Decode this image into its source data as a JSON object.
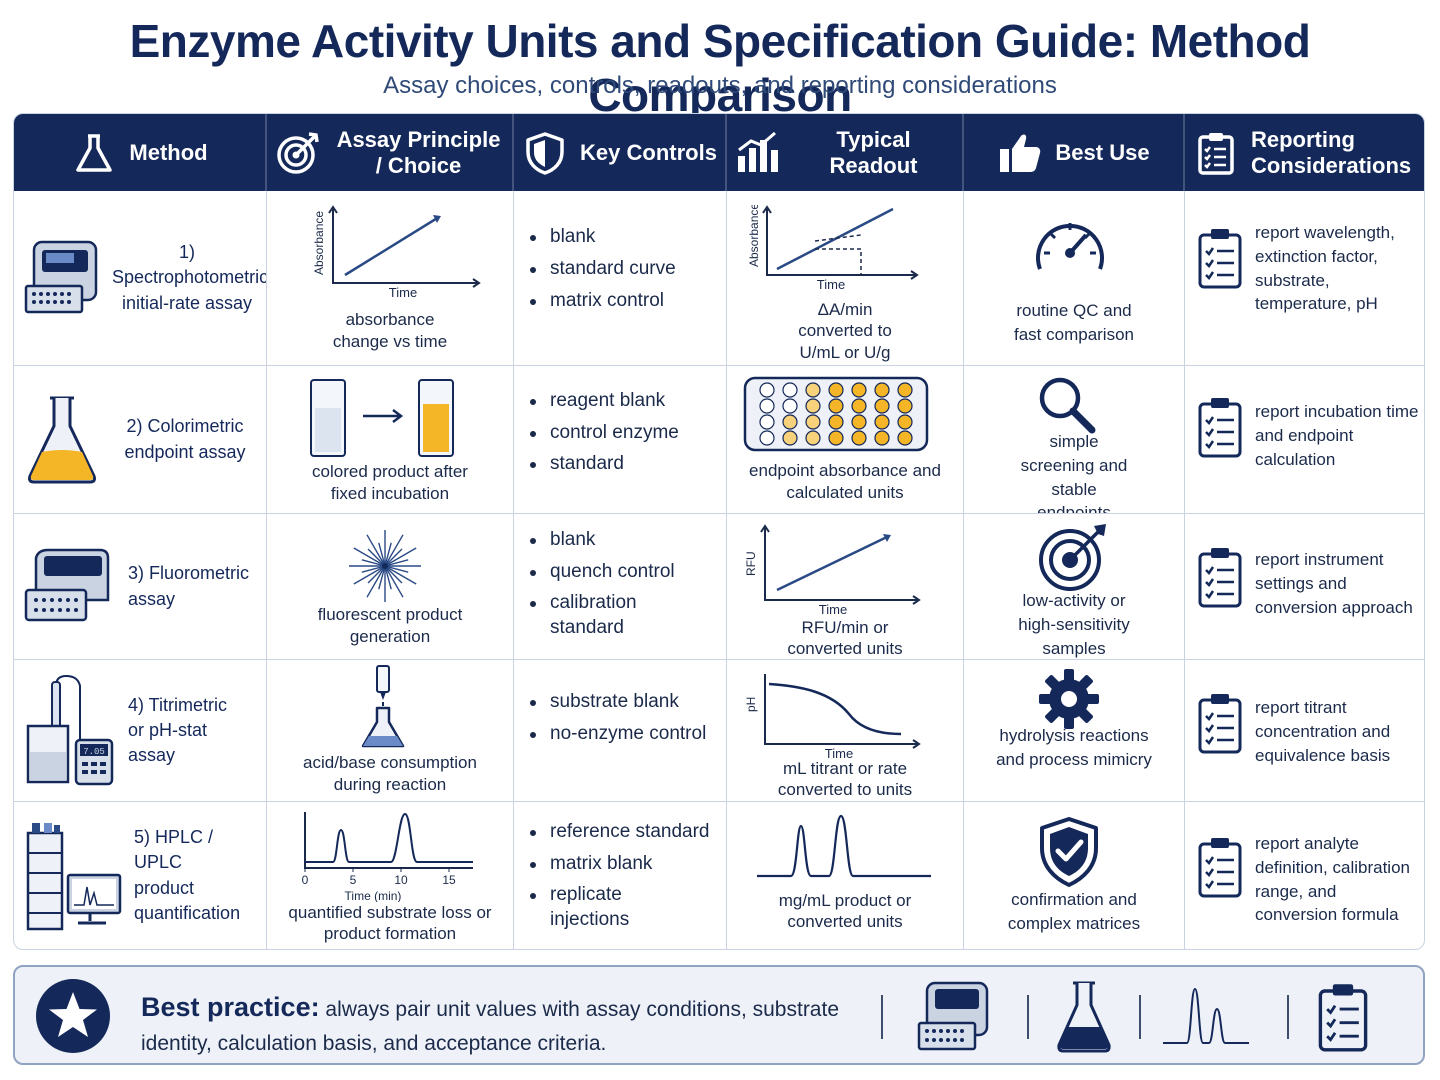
{
  "title": "Enzyme Activity Units and Specification Guide: Method Comparison",
  "subtitle": "Assay choices, controls, readouts, and reporting considerations",
  "headers": [
    "Method",
    "Assay Principle / Choice",
    "Key Controls",
    "Typical Readout",
    "Best Use",
    "Reporting Considerations"
  ],
  "rows": [
    {
      "method": "1) Spectrophotometric initial-rate assay",
      "method_icon": "spectrophotometer-icon",
      "principle_chart": {
        "ylabel": "Absorbance",
        "xlabel": "Time"
      },
      "principle": "absorbance change vs time",
      "controls": [
        "blank",
        "standard curve",
        "matrix control"
      ],
      "readout_chart": {
        "ylabel": "Absorbance",
        "xlabel": "Time"
      },
      "readout": "ΔA/min converted to U/mL or U/g",
      "best_icon": "gauge-icon",
      "best_use": "routine QC and fast comparison",
      "reporting": "report wavelength, extinction factor, substrate, temperature, pH"
    },
    {
      "method": "2) Colorimetric endpoint assay",
      "method_icon": "flask-icon",
      "principle": "colored product after fixed incubation",
      "controls": [
        "reagent blank",
        "control enzyme",
        "standard"
      ],
      "readout": "endpoint absorbance and calculated units",
      "best_icon": "magnifier-icon",
      "best_use": "simple screening and stable endpoints",
      "reporting": "report incubation time and endpoint calculation"
    },
    {
      "method": "3) Fluorometric assay",
      "method_icon": "fluorometer-icon",
      "principle": "fluorescent product generation",
      "controls": [
        "blank",
        "quench control",
        "calibration standard"
      ],
      "readout_chart": {
        "ylabel": "RFU",
        "xlabel": "Time"
      },
      "readout": "RFU/min or converted units",
      "best_icon": "target-icon",
      "best_use": "low-activity or high-sensitivity samples",
      "reporting": "report instrument settings and conversion approach"
    },
    {
      "method": "4) Titrimetric or pH-stat assay",
      "method_icon": "ph-meter-icon",
      "meter_display": "7.05",
      "principle": "acid/base consumption during reaction",
      "controls": [
        "substrate blank",
        "no-enzyme control"
      ],
      "readout_chart": {
        "ylabel": "pH",
        "xlabel": "Time"
      },
      "readout": "mL titrant or rate converted to units",
      "best_icon": "gear-icon",
      "best_use": "hydrolysis reactions and process mimicry",
      "reporting": "report titrant concentration and equivalence basis"
    },
    {
      "method": "5) HPLC / UPLC product quantification",
      "method_icon": "hplc-icon",
      "principle_chart": {
        "xlabel": "Time (min)",
        "ticks": [
          "0",
          "5",
          "10",
          "15"
        ]
      },
      "principle": "quantified substrate loss or product formation",
      "controls": [
        "reference standard",
        "matrix blank",
        "replicate injections"
      ],
      "readout": "mg/mL product or converted units",
      "best_icon": "shield-check-icon",
      "best_use": "confirmation and complex matrices",
      "reporting": "report analyte definition, calibration range, and conversion formula"
    }
  ],
  "banner": {
    "label": "Best practice:",
    "text": " always pair unit values with assay conditions, substrate identity, calculation basis, and acceptance criteria."
  },
  "colors": {
    "navy": "#14285a",
    "amber": "#f4b626",
    "border": "#c9d3e2"
  }
}
